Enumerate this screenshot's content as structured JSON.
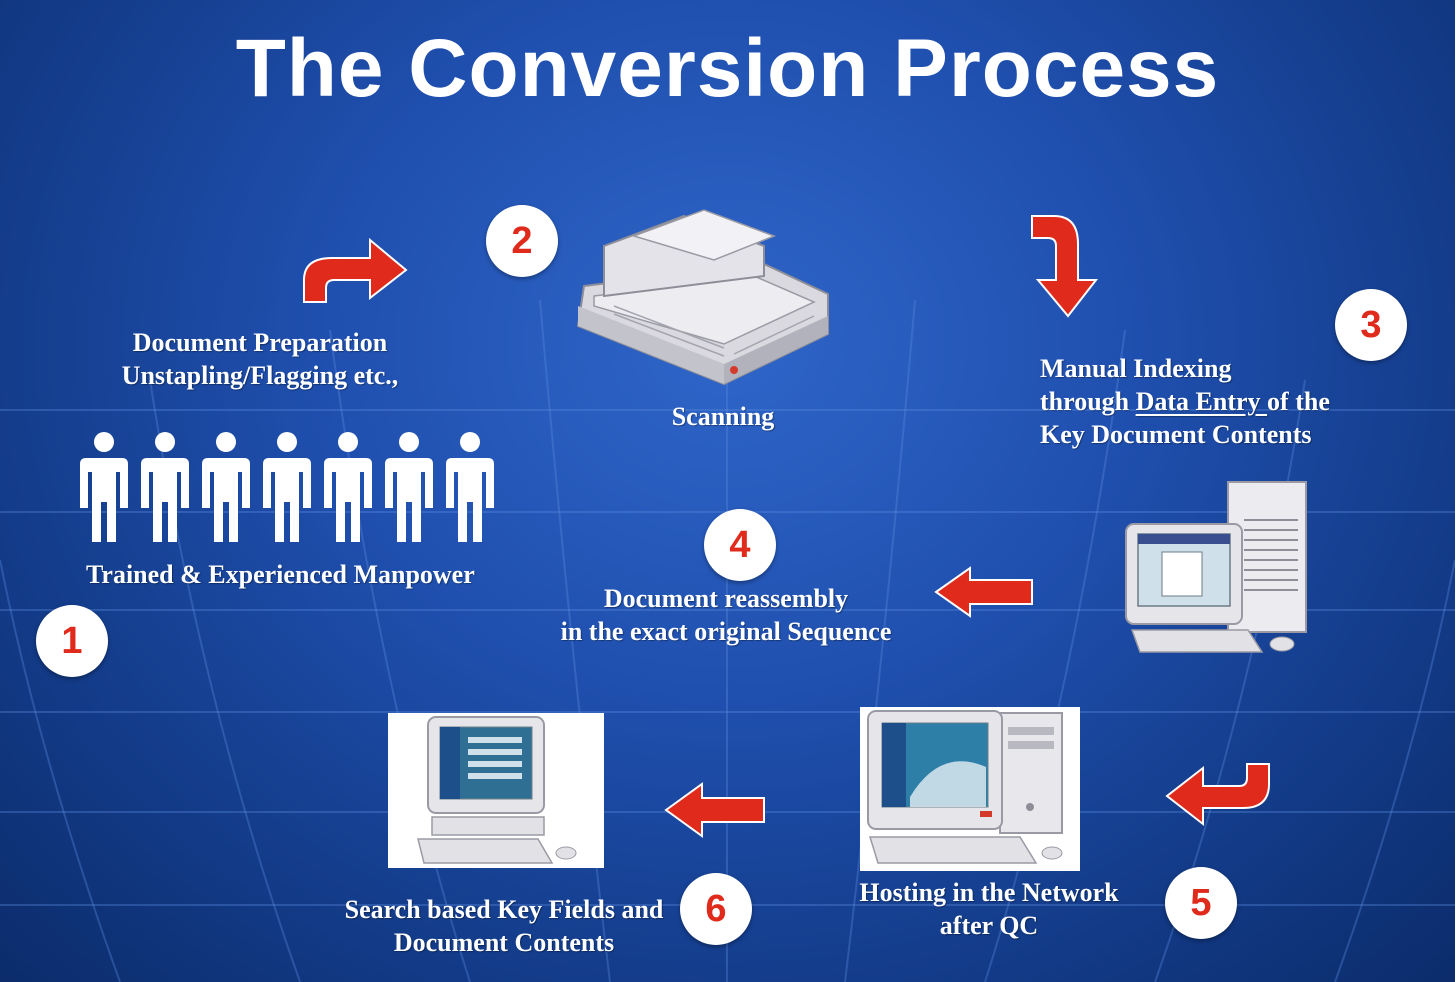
{
  "title": "The Conversion Process",
  "steps": [
    {
      "number": "1",
      "line1": "Document Preparation",
      "line2": "Unstapling/Flagging etc.,",
      "caption": "Trained & Experienced Manpower"
    },
    {
      "number": "2",
      "caption": "Scanning"
    },
    {
      "number": "3",
      "line1": "Manual Indexing",
      "line2_pre": "through ",
      "line2_link": "Data Entry ",
      "line2_post": "of the",
      "line3": "Key Document Contents"
    },
    {
      "number": "4",
      "line1": "Document reassembly",
      "line2": "in the exact original Sequence"
    },
    {
      "number": "5",
      "line1": "Hosting in the Network",
      "line2": "after QC"
    },
    {
      "number": "6",
      "line1": "Search based Key Fields and",
      "line2": "Document Contents"
    }
  ],
  "colors": {
    "background": "#1f4fae",
    "arrow": "#e02a1c",
    "badge_text": "#e02a1c",
    "badge_bg": "#ffffff"
  },
  "icons": [
    "person-icon",
    "scanner-icon",
    "computer-icon",
    "arrow-icon"
  ]
}
